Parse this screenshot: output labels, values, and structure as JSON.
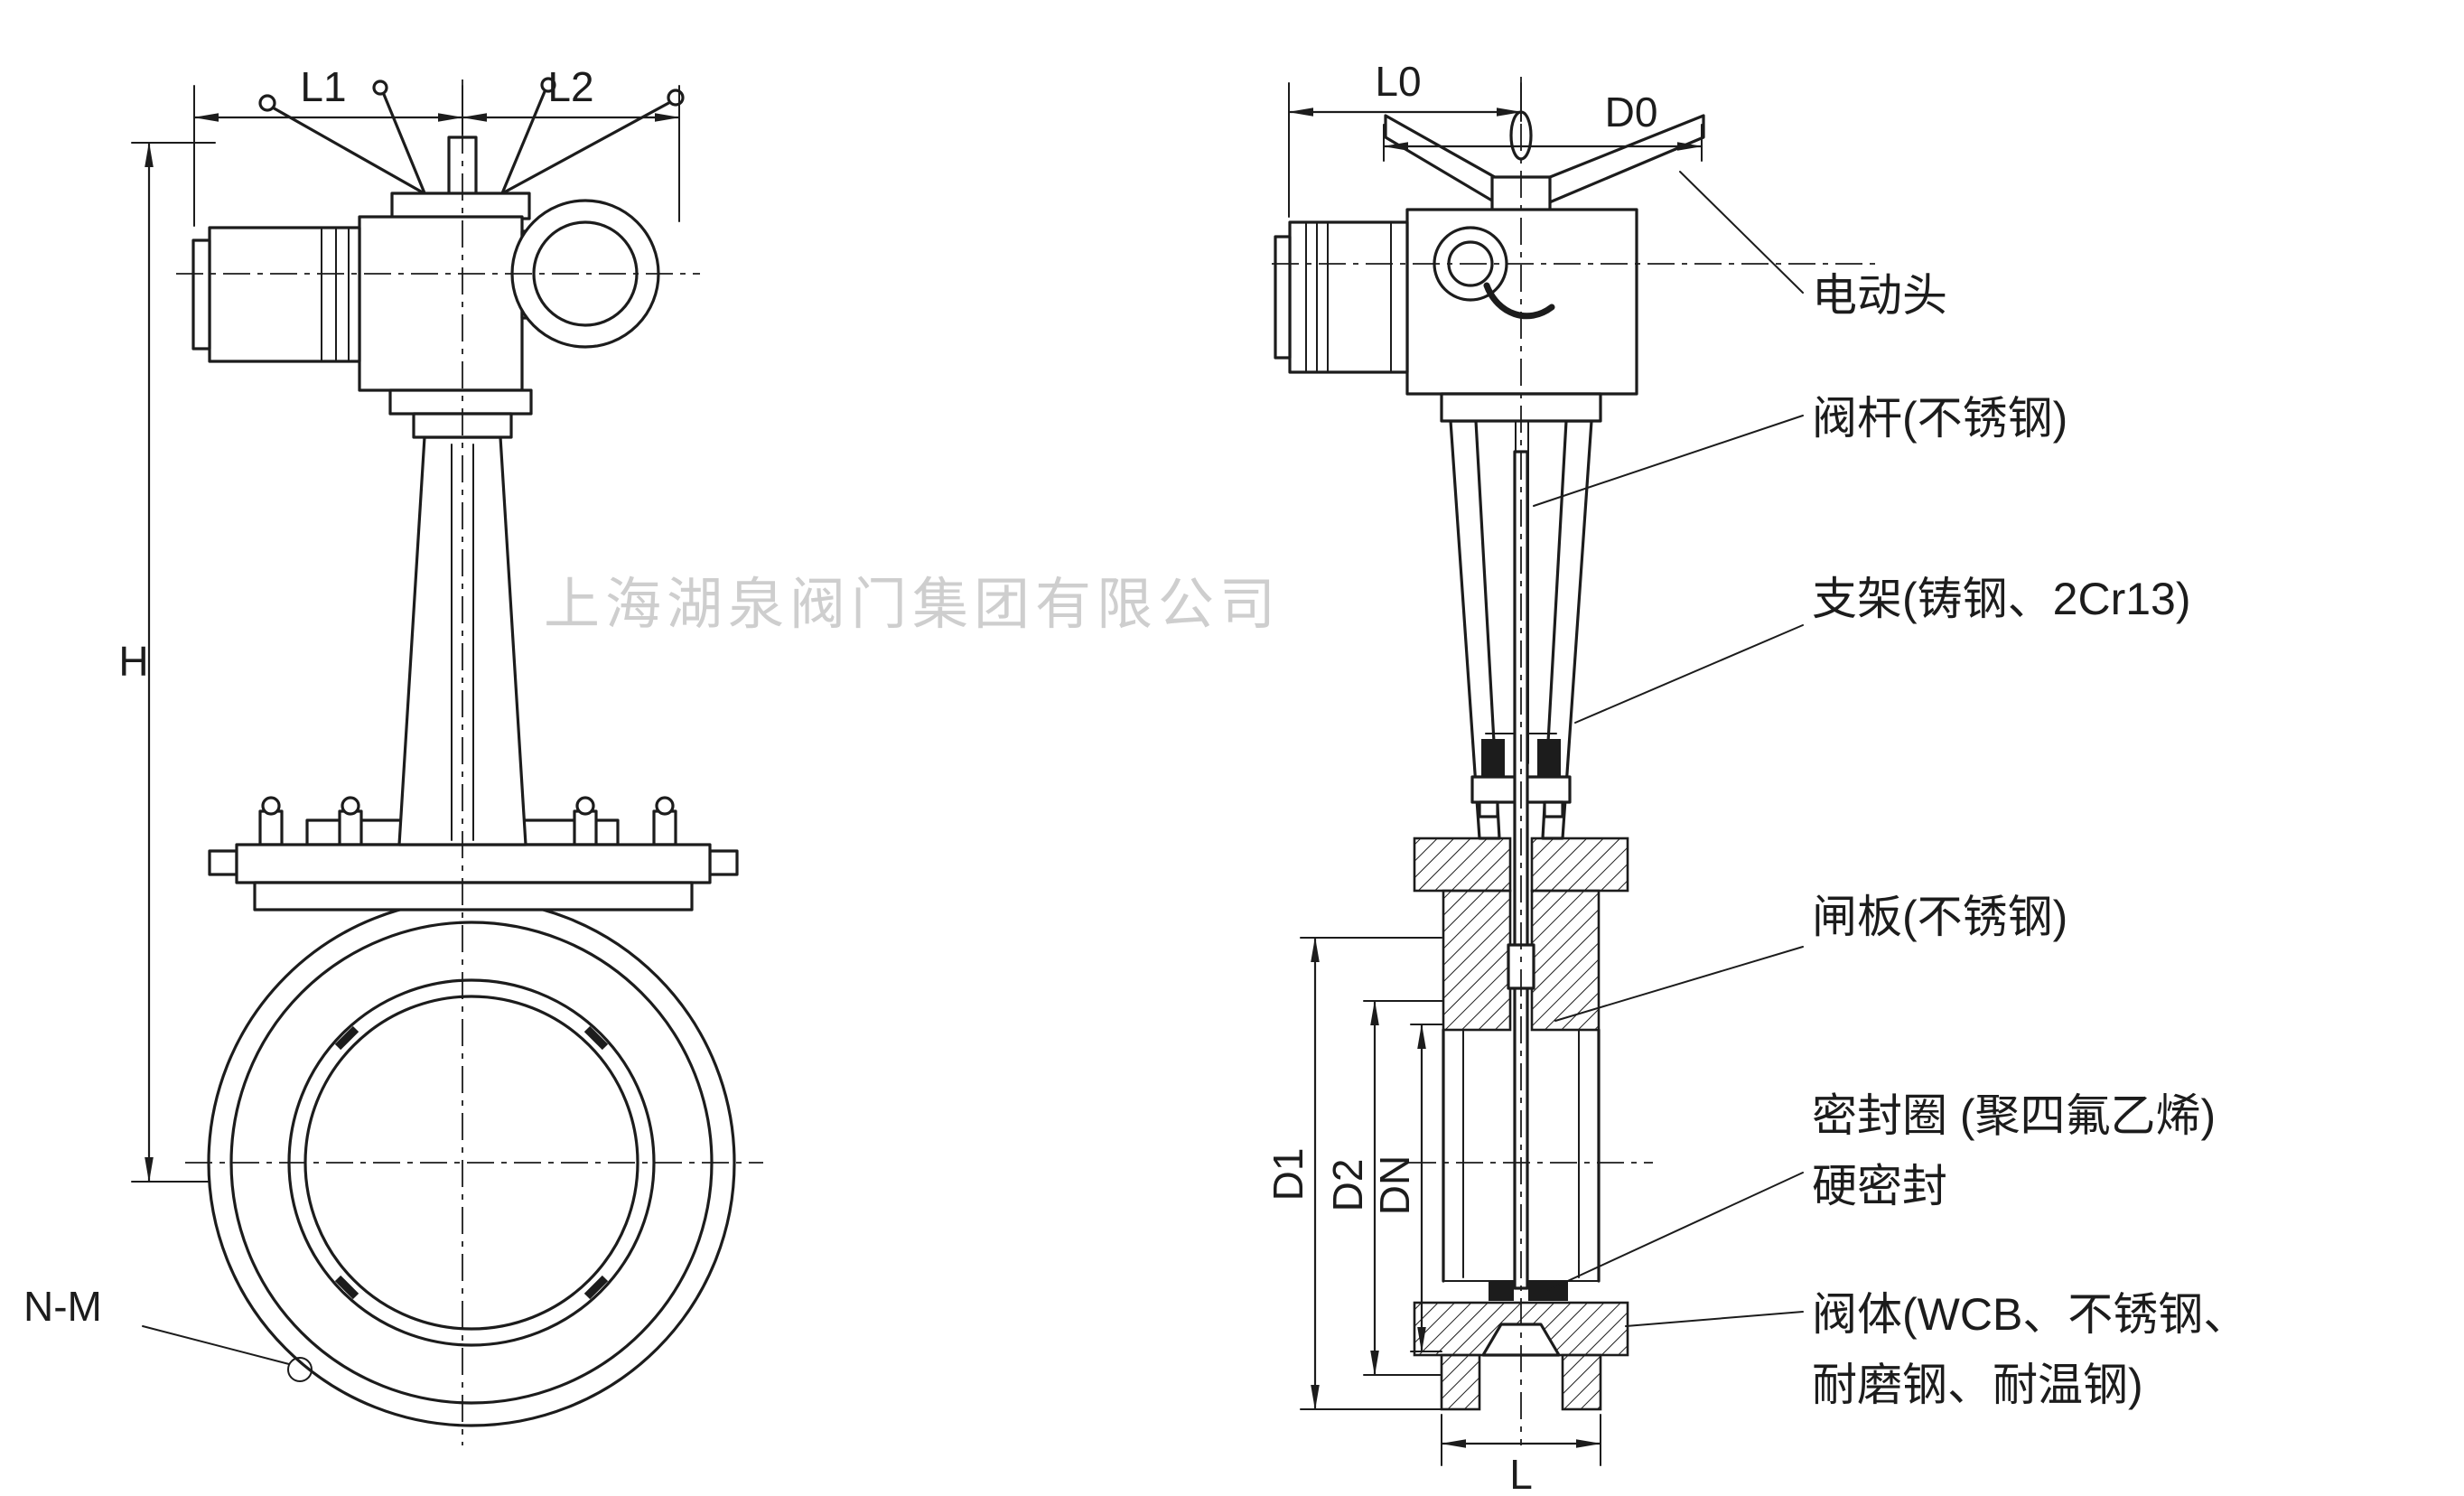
{
  "watermark": "上海湖泉阀门集团有限公司",
  "front_view": {
    "dim_l1": "L1",
    "dim_l2": "L2",
    "dim_h": "H",
    "dim_nm": "N-M"
  },
  "side_view": {
    "dim_l0": "L0",
    "dim_d0": "D0",
    "dim_d1": "D1",
    "dim_d2": "D2",
    "dim_dn": "DN",
    "dim_l": "L"
  },
  "callouts": {
    "actuator": "电动头",
    "stem": "阀杆(不锈钢)",
    "bracket": "支架(铸钢、2Cr13)",
    "gate": "闸板(不锈钢)",
    "seal_line1": "密封圈 (聚四氟乙烯)",
    "seal_line2": "硬密封",
    "body_line1": "阀体(WCB、不锈钢、",
    "body_line2": "耐磨钢、耐温钢)"
  },
  "colors": {
    "line": "#1c1c1c",
    "watermark": "#c9c9c9",
    "background": "#ffffff"
  }
}
